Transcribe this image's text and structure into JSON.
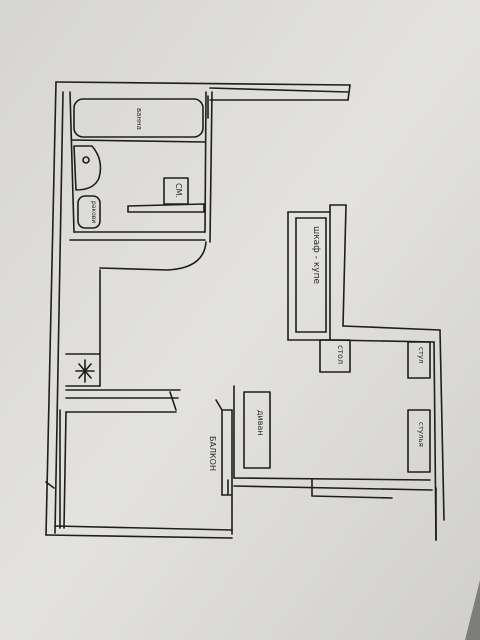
{
  "labels": {
    "bath": "ванна",
    "wm": "СМ.",
    "sink": "ракови",
    "closet": "шкаф - купе",
    "table": "стол",
    "stool1": "стул",
    "stool2": "стулья",
    "sofa": "диван",
    "balcony": "БАЛКОН"
  },
  "colors": {
    "paper": "#dcdbd8",
    "ink": "#1e1e1e",
    "background": "#7d7d7b"
  }
}
